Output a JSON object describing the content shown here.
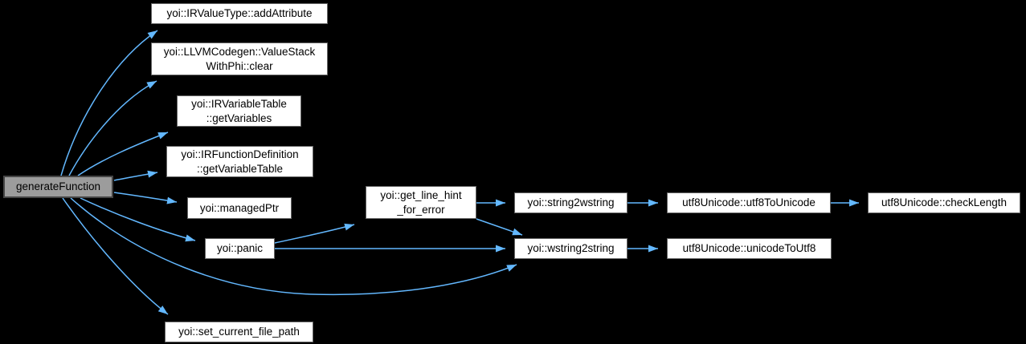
{
  "diagram": {
    "type": "call-graph",
    "background_color": "#000000",
    "edge_color": "#63b8ff",
    "node_fill": "#ffffff",
    "node_border_color": "#666666",
    "current_node_fill": "#9c9c9c",
    "nodes": [
      {
        "id": "generateFunction",
        "label": "generateFunction",
        "current": true
      },
      {
        "id": "addAttribute",
        "label": "yoi::IRValueType::addAttribute"
      },
      {
        "id": "valueStackWithPhiClear",
        "label": "yoi::LLVMCodegen::ValueStack\nWithPhi::clear"
      },
      {
        "id": "getVariables",
        "label": "yoi::IRVariableTable\n::getVariables"
      },
      {
        "id": "getVariableTable",
        "label": "yoi::IRFunctionDefinition\n::getVariableTable"
      },
      {
        "id": "managedPtr",
        "label": "yoi::managedPtr"
      },
      {
        "id": "panic",
        "label": "yoi::panic"
      },
      {
        "id": "getLineHintForError",
        "label": "yoi::get_line_hint\n_for_error"
      },
      {
        "id": "string2wstring",
        "label": "yoi::string2wstring"
      },
      {
        "id": "wstring2string",
        "label": "yoi::wstring2string"
      },
      {
        "id": "utf8ToUnicode",
        "label": "utf8Unicode::utf8ToUnicode"
      },
      {
        "id": "checkLength",
        "label": "utf8Unicode::checkLength"
      },
      {
        "id": "unicodeToUtf8",
        "label": "utf8Unicode::unicodeToUtf8"
      },
      {
        "id": "setCurrentFilePath",
        "label": "yoi::set_current_file_path"
      }
    ],
    "edges": [
      {
        "from": "generateFunction",
        "to": "addAttribute"
      },
      {
        "from": "generateFunction",
        "to": "valueStackWithPhiClear"
      },
      {
        "from": "generateFunction",
        "to": "getVariables"
      },
      {
        "from": "generateFunction",
        "to": "getVariableTable"
      },
      {
        "from": "generateFunction",
        "to": "managedPtr"
      },
      {
        "from": "generateFunction",
        "to": "panic"
      },
      {
        "from": "generateFunction",
        "to": "wstring2string"
      },
      {
        "from": "generateFunction",
        "to": "setCurrentFilePath"
      },
      {
        "from": "panic",
        "to": "getLineHintForError"
      },
      {
        "from": "panic",
        "to": "wstring2string"
      },
      {
        "from": "getLineHintForError",
        "to": "string2wstring"
      },
      {
        "from": "getLineHintForError",
        "to": "wstring2string"
      },
      {
        "from": "string2wstring",
        "to": "utf8ToUnicode"
      },
      {
        "from": "utf8ToUnicode",
        "to": "checkLength"
      },
      {
        "from": "wstring2string",
        "to": "unicodeToUtf8"
      }
    ]
  }
}
